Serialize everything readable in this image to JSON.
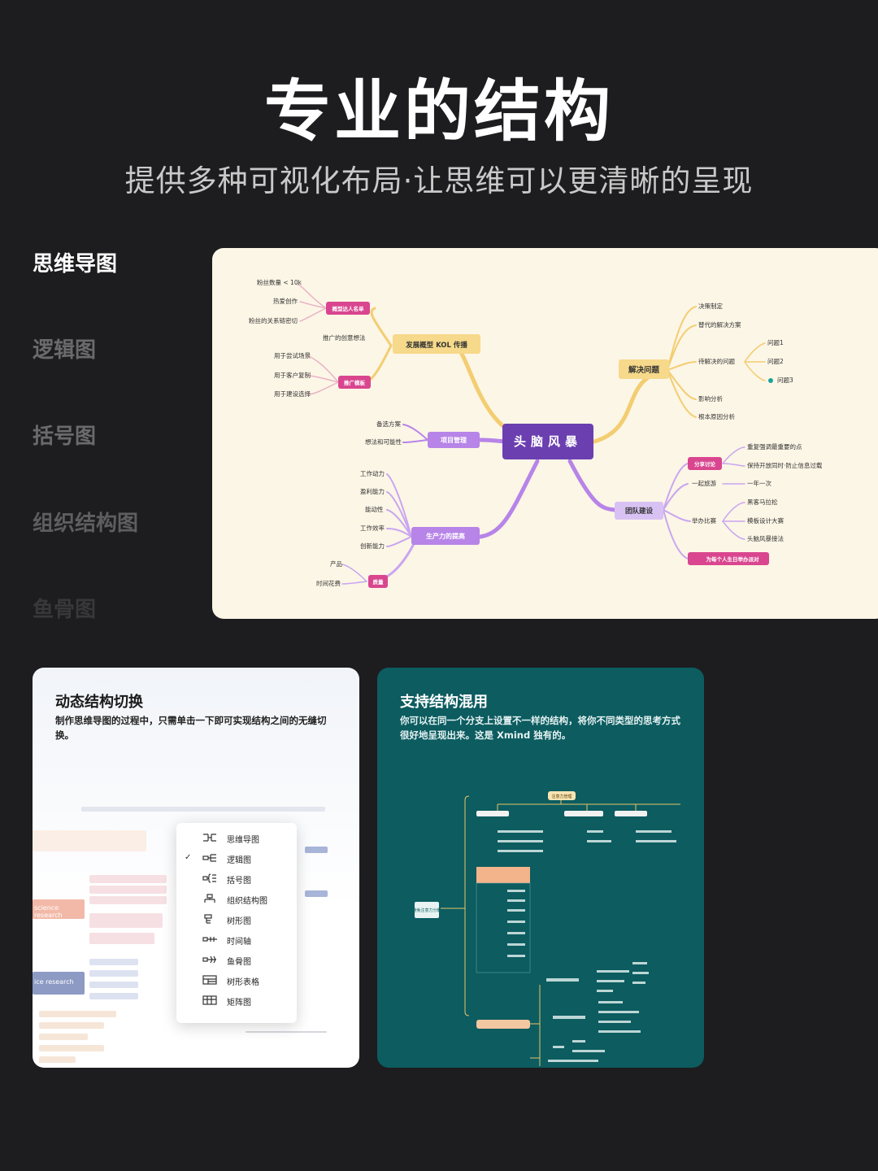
{
  "hero": {
    "title": "专业的结构",
    "subtitle": "提供多种可视化布局·让思维可以更清晰的呈现"
  },
  "side_tabs": [
    {
      "label": "思维导图",
      "active": true
    },
    {
      "label": "逻辑图",
      "active": false
    },
    {
      "label": "括号图",
      "active": false
    },
    {
      "label": "组织结构图",
      "active": false
    },
    {
      "label": "鱼骨图",
      "active": false
    }
  ],
  "mindmap": {
    "center": "头脑风暴",
    "branches": {
      "kol": {
        "label": "发展概型 KOL 传播"
      },
      "kol_list": {
        "label": "概型达人名单",
        "items": [
          "粉丝数量 < 10k",
          "热爱创作",
          "粉丝的关系链密切"
        ]
      },
      "kol_idea": {
        "label": "推广的创意想法"
      },
      "promo": {
        "label": "推广模板",
        "items": [
          "用于尝试场景",
          "用于客户复制",
          "用于建设选择"
        ]
      },
      "project": {
        "label": "项目管理",
        "items": [
          "备选方案",
          "想法和可能性"
        ]
      },
      "productivity": {
        "label": "生产力的提高",
        "items": [
          "工作动力",
          "盈利能力",
          "能动性",
          "工作效率",
          "创新能力"
        ]
      },
      "quality": {
        "label": "质量",
        "items": [
          "产品",
          "时间花费"
        ]
      },
      "solve": {
        "label": "解决问题",
        "items": [
          "决策制定",
          "替代的解决方案",
          "待解决的问题",
          "影响分析",
          "根本原因分析"
        ]
      },
      "issues": {
        "items": [
          "问题1",
          "问题2",
          "问题3"
        ]
      },
      "team": {
        "label": "团队建设"
      },
      "share": {
        "label": "分享讨论",
        "items": [
          "重复强调最重要的点",
          "保持开放同时·防止信息过载"
        ]
      },
      "travel": {
        "label": "一起旅游",
        "items": [
          "一年一次"
        ]
      },
      "contest": {
        "label": "举办比赛",
        "items": [
          "黑客马拉松",
          "模板设计大赛",
          "头脑风暴接法"
        ]
      },
      "birthday": {
        "label": "为每个人生日举办派对"
      }
    }
  },
  "card_left": {
    "title": "动态结构切换",
    "desc": "制作思维导图的过程中，只需单击一下即可实现结构之间的无缝切换。",
    "menu": [
      {
        "label": "思维导图",
        "checked": false,
        "icon": "mindmap-icon"
      },
      {
        "label": "逻辑图",
        "checked": true,
        "icon": "logic-chart-icon"
      },
      {
        "label": "括号图",
        "checked": false,
        "icon": "brace-map-icon"
      },
      {
        "label": "组织结构图",
        "checked": false,
        "icon": "org-chart-icon"
      },
      {
        "label": "树形图",
        "checked": false,
        "icon": "tree-chart-icon"
      },
      {
        "label": "时间轴",
        "checked": false,
        "icon": "timeline-icon"
      },
      {
        "label": "鱼骨图",
        "checked": false,
        "icon": "fishbone-icon"
      },
      {
        "label": "树形表格",
        "checked": false,
        "icon": "tree-table-icon"
      },
      {
        "label": "矩阵图",
        "checked": false,
        "icon": "matrix-icon"
      }
    ],
    "bg_nodes": [
      "science research",
      "ice research"
    ]
  },
  "card_right": {
    "title": "支持结构混用",
    "desc": "你可以在同一个分支上设置不一样的结构，将你不同类型的思考方式很好地呈现出来。这是 Xmind 独有的。",
    "root": "注意力管理",
    "side_node": "避免注意力分散"
  },
  "colors": {
    "background": "#1d1d1f",
    "map_bg": "#fcf6e6",
    "center_node": "#6b3fb0",
    "purple_branch": "#b784e8",
    "yellow_branch": "#f3cd71",
    "pink_node": "#d9468f",
    "teal_card": "#0c5c60"
  }
}
